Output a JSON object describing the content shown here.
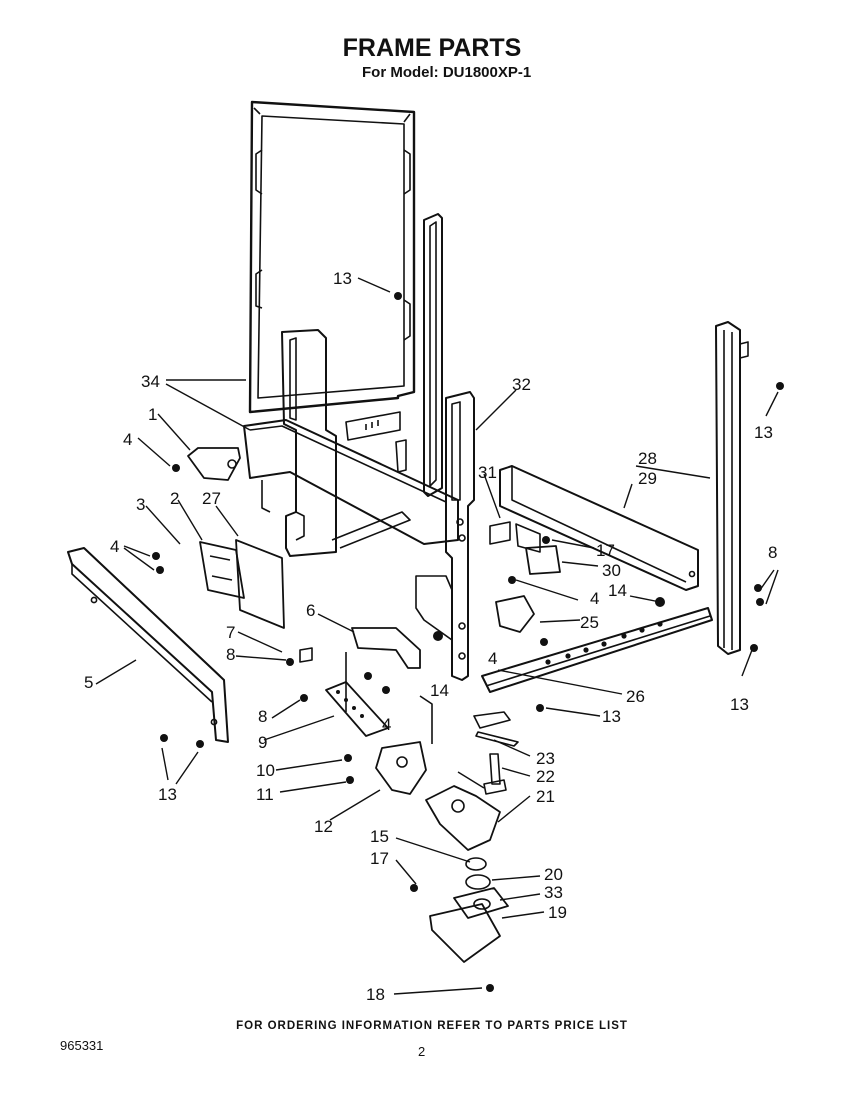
{
  "header": {
    "title": "FRAME PARTS",
    "subtitle": "For Model: DU1800XP-1"
  },
  "footer": {
    "note": "FOR ORDERING INFORMATION REFER TO PARTS PRICE LIST",
    "doc_number": "965331",
    "page_number": "2"
  },
  "callouts": {
    "c1": "1",
    "c2": "2",
    "c3": "3",
    "c4a": "4",
    "c4b": "4",
    "c4c": "4",
    "c4d": "4",
    "c4e": "4",
    "c5": "5",
    "c6": "6",
    "c7": "7",
    "c8a": "8",
    "c8b": "8",
    "c8c": "8",
    "c9": "9",
    "c10": "10",
    "c11": "11",
    "c12": "12",
    "c13a": "13",
    "c13b": "13",
    "c13c": "13",
    "c13d": "13",
    "c13e": "13",
    "c14a": "14",
    "c14b": "14",
    "c15": "15",
    "c17a": "17",
    "c17b": "17",
    "c18": "18",
    "c19": "19",
    "c20": "20",
    "c21": "21",
    "c22": "22",
    "c23": "23",
    "c25": "25",
    "c26": "26",
    "c27": "27",
    "c28": "28",
    "c29": "29",
    "c30": "30",
    "c31": "31",
    "c32": "32",
    "c33": "33",
    "c34": "34"
  }
}
